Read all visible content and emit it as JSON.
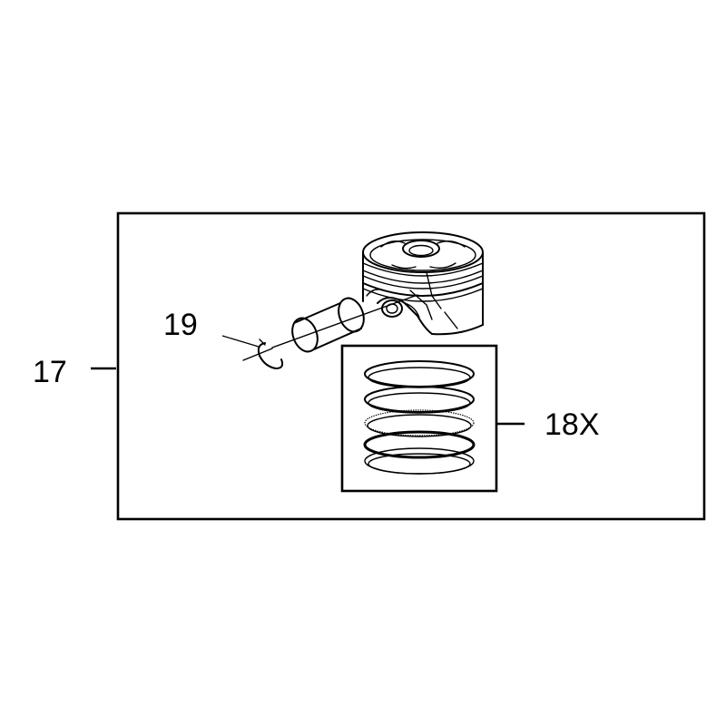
{
  "callouts": {
    "assembly": "17",
    "rings": "18X",
    "pin_retainer": "19"
  },
  "colors": {
    "line": "#000000",
    "background": "#ffffff"
  }
}
